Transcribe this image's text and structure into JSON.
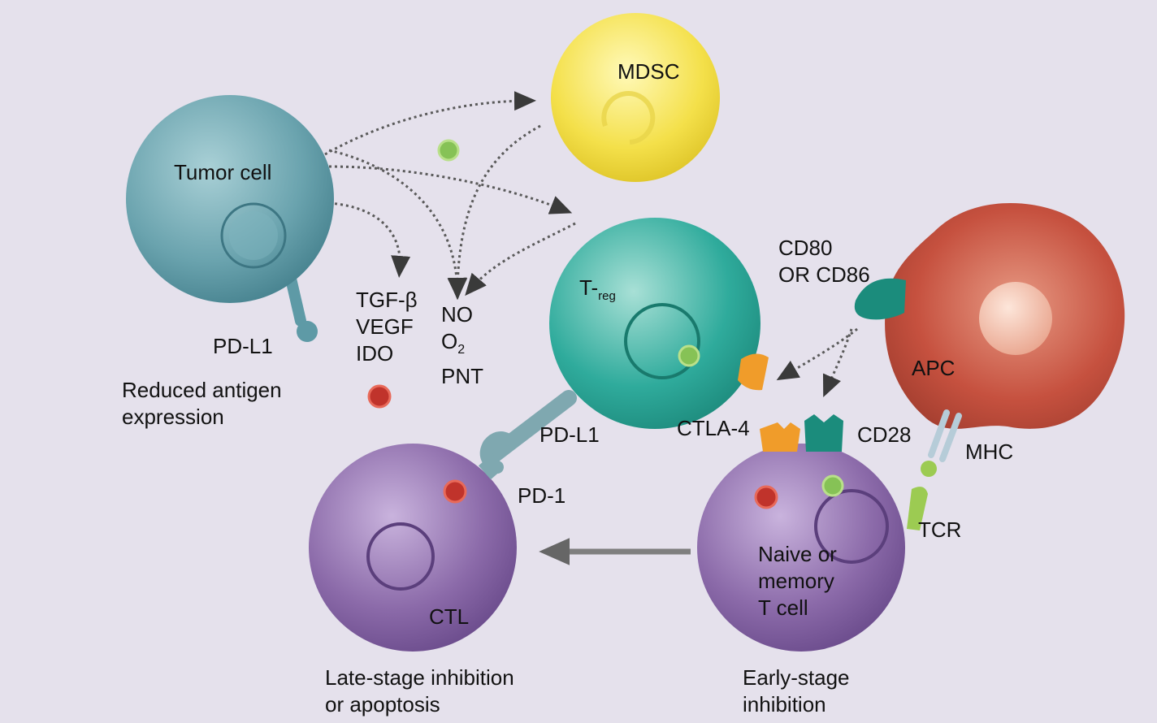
{
  "cells": {
    "tumor": "Tumor cell",
    "mdsc": "MDSC",
    "treg_prefix": "T-",
    "treg_sub": "reg",
    "apc": "APC",
    "ctl": "CTL",
    "naive": [
      "Naive or",
      "memory",
      "T cell"
    ]
  },
  "molecules": {
    "tumor_pdl1": "PD-L1",
    "tumor_factors": [
      "TGF-β",
      "VEGF",
      "IDO"
    ],
    "mdsc_no": "NO",
    "mdsc_o2_base": "O",
    "mdsc_o2_sub": "2",
    "mdsc_pnt": "PNT",
    "treg_pdl1": "PD-L1",
    "ctla4": "CTLA-4",
    "cd28": "CD28",
    "cd80": [
      "CD80",
      "OR CD86"
    ],
    "mhc": "MHC",
    "tcr": "TCR",
    "pd1": "PD-1"
  },
  "annotations": {
    "reduced": [
      "Reduced antigen",
      "expression"
    ],
    "late": [
      "Late-stage inhibition",
      "or apoptosis"
    ],
    "early": [
      "Early-stage",
      "inhibition"
    ]
  },
  "colors": {
    "background": "#e5e1ec",
    "tumor_cell": "#5e9aa6",
    "mdsc_cell": "#f2de3a",
    "treg_cell": "#2aa69a",
    "apc_cell": "#c4503e",
    "t_cell": "#8a69a8",
    "stimulatory_marker": "#86c256",
    "inhibitory_marker": "#c0332b",
    "ctla4_receptor": "#f09c2a",
    "tcr_receptor": "#9ccb52"
  }
}
